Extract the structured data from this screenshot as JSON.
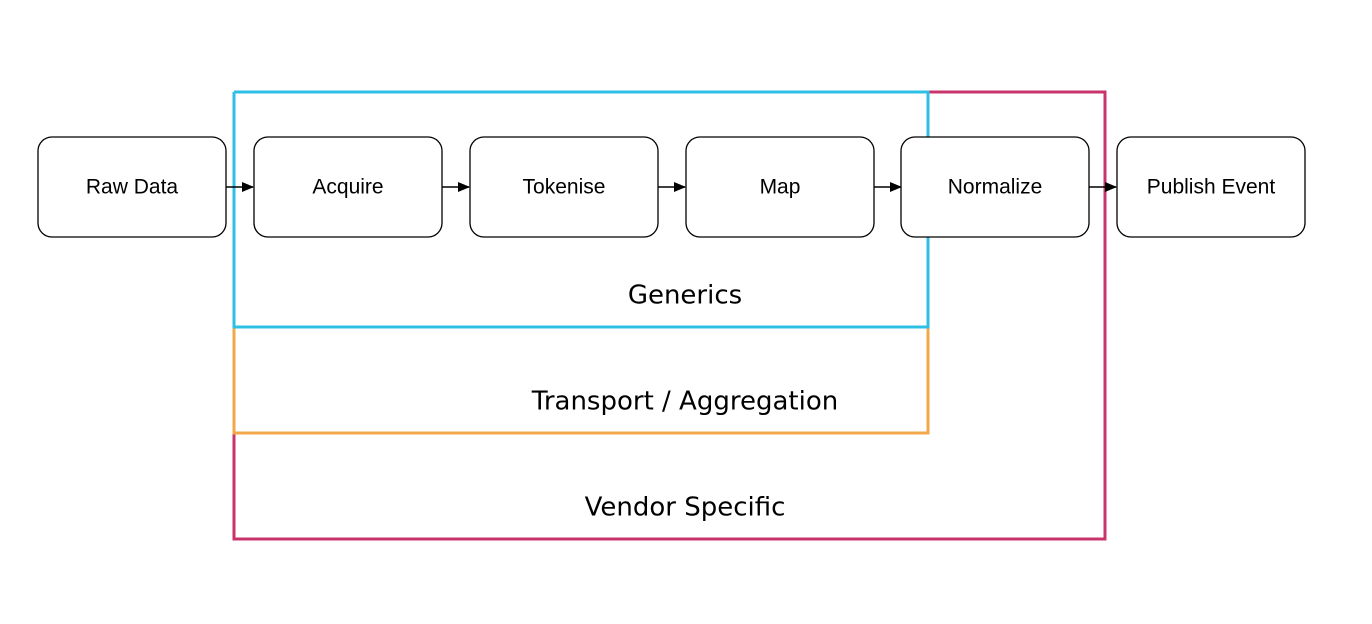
{
  "steps": [
    {
      "label": "Raw Data"
    },
    {
      "label": "Acquire"
    },
    {
      "label": "Tokenise"
    },
    {
      "label": "Map"
    },
    {
      "label": "Normalize"
    },
    {
      "label": "Publish Event"
    }
  ],
  "regions": {
    "generics": {
      "label": "Generics",
      "color": "#2fbfe4"
    },
    "transport": {
      "label": "Transport / Aggregation",
      "color": "#f0a84a"
    },
    "vendor": {
      "label": "Vendor Specific",
      "color": "#c8336b"
    }
  },
  "arrow_color": "#000000"
}
